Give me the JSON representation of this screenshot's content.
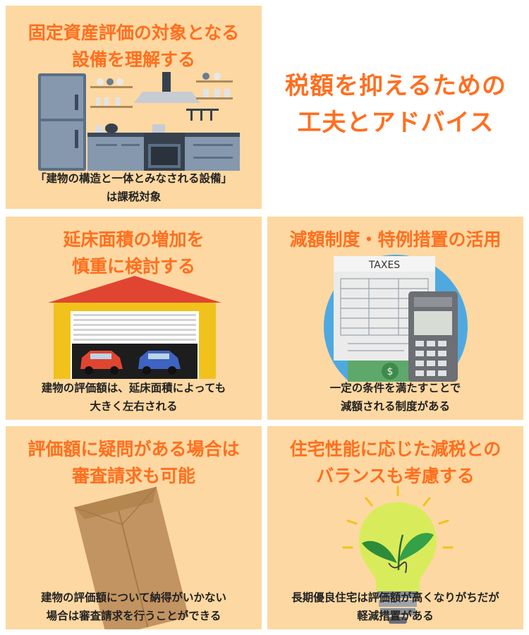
{
  "headline": {
    "line1": "税額を抑えるための",
    "line2": "工夫とアドバイス"
  },
  "cards": [
    {
      "title_line1": "固定資産評価の対象となる",
      "title_line2": "設備を理解する",
      "caption_line1": "「建物の構造と一体とみなされる設備」",
      "caption_line2": "は課税対象",
      "icon": "kitchen-icon"
    },
    {
      "title_line1": "延床面積の増加を",
      "title_line2": "慎重に検討する",
      "caption_line1": "建物の評価額は、延床面積によっても",
      "caption_line2": "大きく左右される",
      "icon": "garage-icon"
    },
    {
      "title_line1": "減額制度・特例措置の活用",
      "title_line2": "",
      "caption_line1": "一定の条件を満たすことで",
      "caption_line2": "減額される制度がある",
      "icon": "tax-calculator-icon",
      "taxes_label": "TAXES"
    },
    {
      "title_line1": "評価額に疑問がある場合は",
      "title_line2": "審査請求も可能",
      "caption_line1": "建物の評価額について納得がいかない",
      "caption_line2": "場合は審査請求を行うことができる",
      "icon": "envelope-icon"
    },
    {
      "title_line1": "住宅性能に応じた減税との",
      "title_line2": "バランスも考慮する",
      "caption_line1": "長期優良住宅は評価額が高くなりがちだが",
      "caption_line2": "軽減措置がある",
      "icon": "eco-lightbulb-icon"
    }
  ],
  "colors": {
    "card_bg": "#fdd8a2",
    "accent": "#ff6f1f",
    "text": "#222222"
  }
}
